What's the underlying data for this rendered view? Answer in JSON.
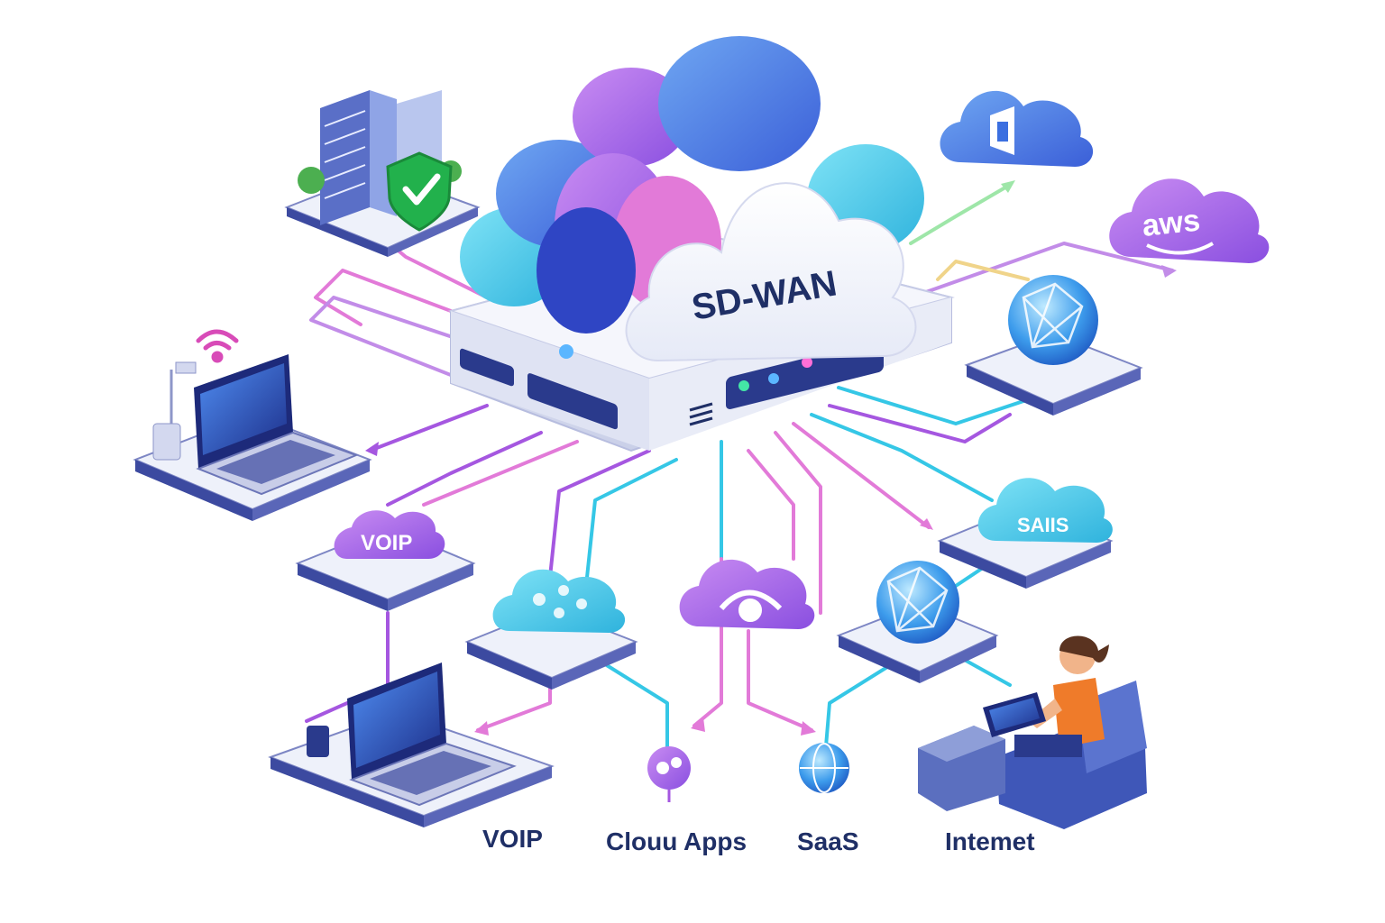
{
  "diagram": {
    "hub_label": "SD-WAN",
    "nodes": {
      "voip_cloud": "VOIP",
      "saas_cloud": "SAIIS",
      "aws_cloud": "aws",
      "office_cloud_icon": "office-icon"
    },
    "bottom_labels": {
      "voip": "VOIP",
      "cloud_apps": "Clouu Apps",
      "saas": "SaaS",
      "internet": "Intemet"
    },
    "colors": {
      "navy": "#1f2f66",
      "purple": "#a557e0",
      "cyan": "#35c7e6",
      "blue": "#3b6fe0",
      "pink": "#e27ad8",
      "green": "#22b14c",
      "platform": "#e9edf8",
      "platform_edge": "#7d86c4"
    },
    "icons": [
      "data-center-icon",
      "shield-check-icon",
      "laptop-icon",
      "wifi-icon",
      "globe-icon",
      "cloud-icon",
      "person-on-couch-icon",
      "router-icon"
    ]
  }
}
